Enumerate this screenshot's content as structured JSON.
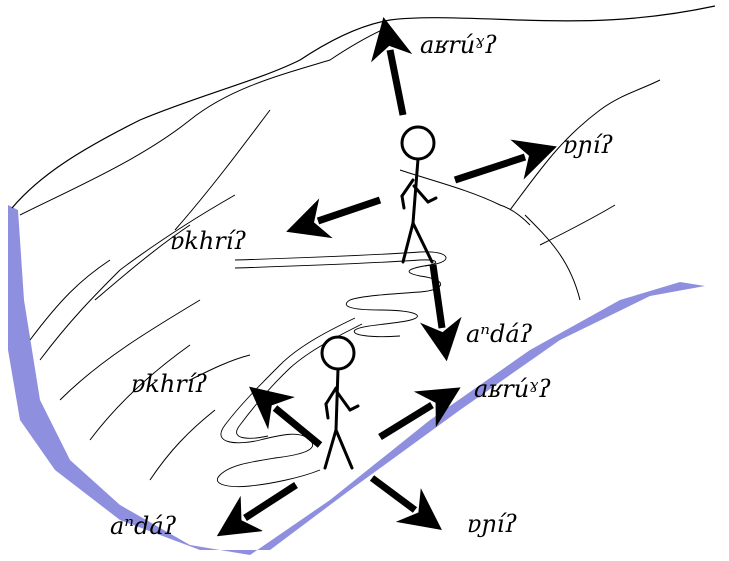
{
  "labels": {
    "top_up": "aʁrúˠʔ",
    "top_right": "ɐɲíʔ",
    "top_left": "ɐkhríʔ",
    "top_down": "aⁿdáʔ",
    "bottom_left": "ɐkhríʔ",
    "bottom_right_up": "aʁrúˠʔ",
    "bottom_down_left": "aⁿdáʔ",
    "bottom_down_right": "ɐɲíʔ"
  },
  "colors": {
    "river": "#8f8fdf",
    "ink": "#000000",
    "background": "#ffffff"
  }
}
